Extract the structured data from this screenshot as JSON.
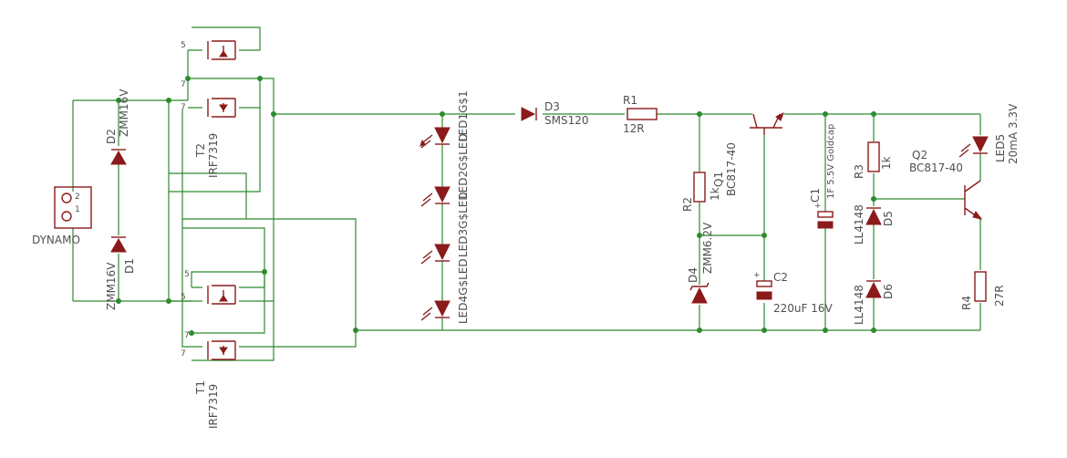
{
  "colors": {
    "wire": "#2e8b2e",
    "component": "#8b1a1a",
    "label": "#505050"
  },
  "dynamo": {
    "name": "DYNAMO",
    "pin1": "1",
    "pin2": "2"
  },
  "d1": {
    "name": "D1",
    "value": "ZMM16V"
  },
  "d2": {
    "name": "D2",
    "value": "ZMM16V"
  },
  "t1": {
    "name": "T1",
    "value": "IRF7319",
    "pin_a": "5",
    "pin_b": "7",
    "pin_c": "7"
  },
  "t2": {
    "name": "T2",
    "value": "IRF7319",
    "pin_a": "5",
    "pin_b": "7",
    "pin_c": "7"
  },
  "t2b": {
    "pin_a": "5",
    "pin_b": "5"
  },
  "leds": {
    "l1": "LED1G$1",
    "l2": "LED2G$LED",
    "l3": "LED3G$LED",
    "l4": "LED4G$LED"
  },
  "d3": {
    "name": "D3",
    "value": "SMS120"
  },
  "r1": {
    "name": "R1",
    "value": "12R"
  },
  "r2": {
    "name": "R2",
    "value": "1k"
  },
  "q1": {
    "name": "Q1",
    "value": "BC817-40"
  },
  "d4": {
    "name": "D4",
    "value": "ZMM6.2V"
  },
  "c1": {
    "name": "C1",
    "value": "1F 5.5V Goldcap",
    "plus": "+"
  },
  "c2": {
    "name": "C2",
    "value": "220uF 16V",
    "plus": "+"
  },
  "r3": {
    "name": "R3",
    "value": "1k"
  },
  "d5": {
    "name": "D5",
    "value": "LL4148"
  },
  "d6": {
    "name": "D6",
    "value": "LL4148"
  },
  "q2": {
    "name": "Q2",
    "value": "BC817-40"
  },
  "led5": {
    "name": "LED5",
    "value": "20mA 3.3V"
  },
  "r4": {
    "name": "R4",
    "value": "27R"
  }
}
